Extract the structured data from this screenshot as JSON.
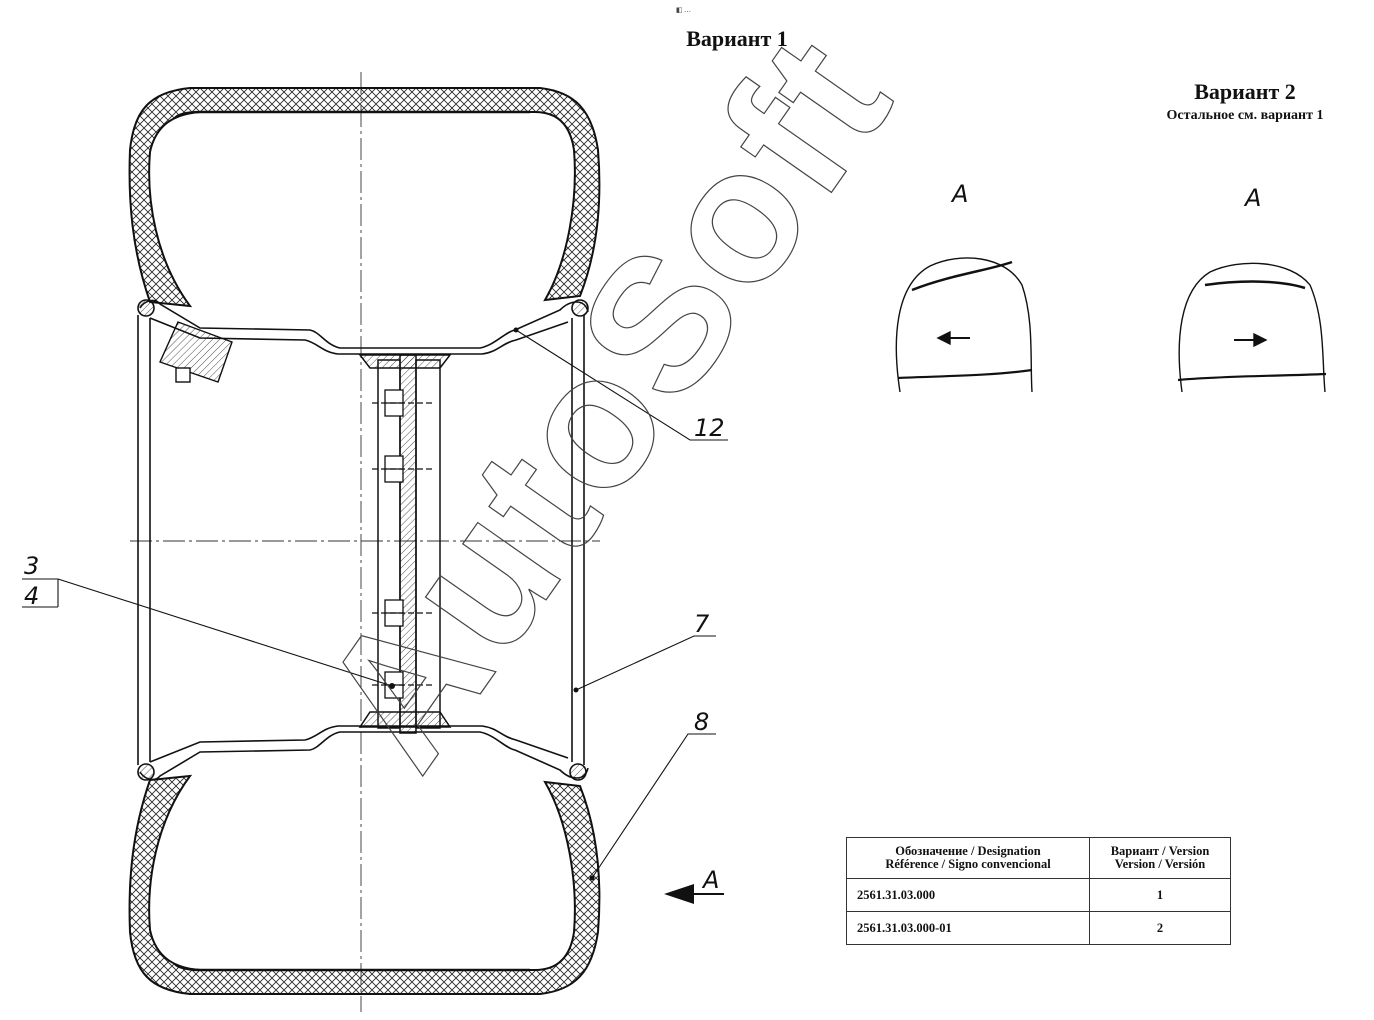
{
  "header": {
    "small_mark": "◧ …",
    "variant1_title": "Вариант 1",
    "variant2_title": "Вариант 2",
    "variant2_note": "Остальное см. вариант 1"
  },
  "views": {
    "view_a_label_1": "A",
    "view_a_label_2": "A",
    "view_arrow_label": "A"
  },
  "callouts": {
    "c12": "12",
    "c3": "3",
    "c4": "4",
    "c7": "7",
    "c8": "8"
  },
  "watermark": "AutoSoft",
  "table": {
    "header_designation": "Обозначение / Designation",
    "header_reference": "Référence / Signo convencional",
    "header_variant": "Вариант / Version",
    "header_version": "Version / Versión",
    "rows": [
      {
        "designation": "2561.31.03.000",
        "variant": "1"
      },
      {
        "designation": "2561.31.03.000-01",
        "variant": "2"
      }
    ]
  },
  "colors": {
    "line": "#111111",
    "watermark": "#444444"
  }
}
